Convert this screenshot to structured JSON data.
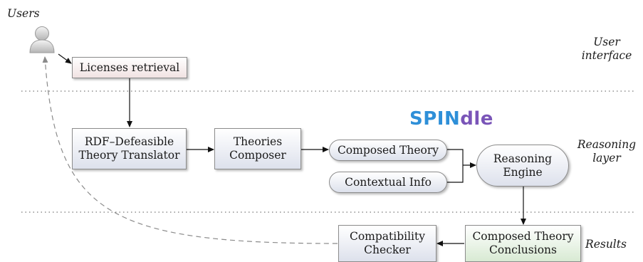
{
  "users_label": "Users",
  "layers": {
    "ui_line1": "User",
    "ui_line2": "interface",
    "reason_line1": "Reasoning",
    "reason_line2": "layer",
    "results": "Results"
  },
  "logo": {
    "part1": "SPIN",
    "part2": "dle"
  },
  "nodes": {
    "licenses": "Licenses retrieval",
    "translator_l1": "RDF–Defeasible",
    "translator_l2": "Theory Translator",
    "composer_l1": "Theories",
    "composer_l2": "Composer",
    "composed_theory": "Composed Theory",
    "contextual_info": "Contextual Info",
    "engine_l1": "Reasoning",
    "engine_l2": "Engine",
    "conclusions_l1": "Composed Theory",
    "conclusions_l2": "Conclusions",
    "checker_l1": "Compatibility",
    "checker_l2": "Checker"
  },
  "colors": {
    "box_fill": "#dde1ec",
    "licenses_fill": "#f1e3e3",
    "conclusions_fill": "#d8ead3",
    "logo_blue": "#2e8fd8",
    "logo_purple": "#7a55b8"
  }
}
